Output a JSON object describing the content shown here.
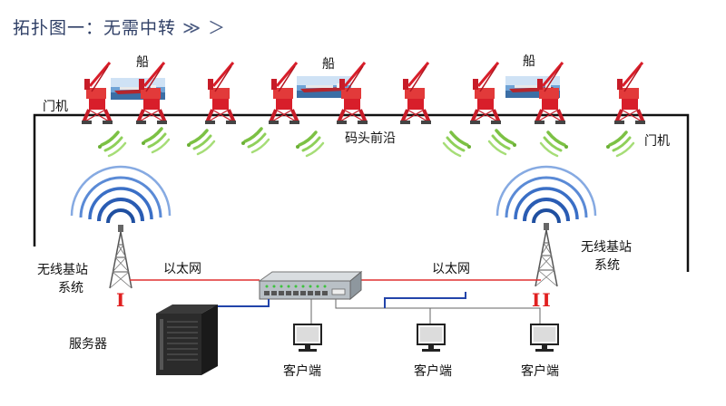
{
  "title": {
    "main": "拓扑图一：无需中转",
    "separator": "≫ ＞"
  },
  "labels": {
    "gantry_crane_left": "门机",
    "gantry_crane_right": "门机",
    "ship": "船",
    "wharf_front": "码头前沿",
    "base_station_left_line1": "无线基站",
    "base_station_left_line2": "系统",
    "base_station_right_line1": "无线基站",
    "base_station_right_line2": "系统",
    "ethernet_left": "以太网",
    "ethernet_right": "以太网",
    "server": "服务器",
    "client": "客户端",
    "marker_left": "I",
    "marker_right": "II"
  },
  "colors": {
    "crane": "#d81e2a",
    "signal": "#7cc144",
    "antenna_wave": "#1f4fa0",
    "ethernet": "#e03030",
    "network_cable": "#2244aa",
    "frame_line": "#111111"
  },
  "icons": [
    "gantry-crane-icon",
    "ship-icon",
    "wifi-signal-icon",
    "base-station-tower-icon",
    "ethernet-switch-icon",
    "server-tower-icon",
    "client-monitor-icon"
  ]
}
